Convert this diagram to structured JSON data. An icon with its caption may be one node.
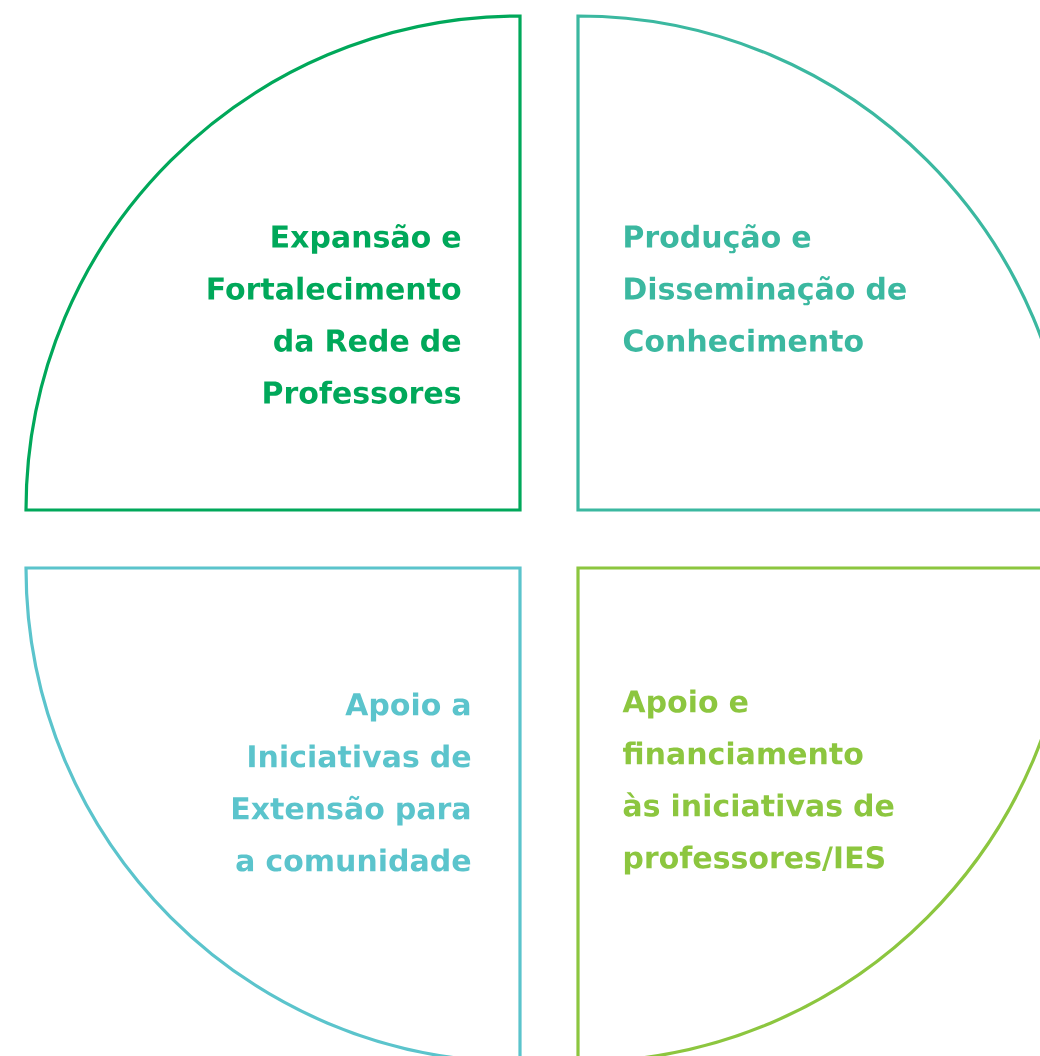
{
  "diagram": {
    "nodes": [
      {
        "text": [
          "Expansão e Fortalecimento da Rede de Professores"
        ]
      },
      {
        "text": [
          "Produção e Disseminação de Conhecimento"
        ]
      },
      {
        "text": [
          "Apoio a Iniciativas de Extensão para a comunidade"
        ]
      },
      {
        "text": [
          "Apoio e financiamento às iniciativas de professores/IES"
        ]
      }
    ]
  }
}
